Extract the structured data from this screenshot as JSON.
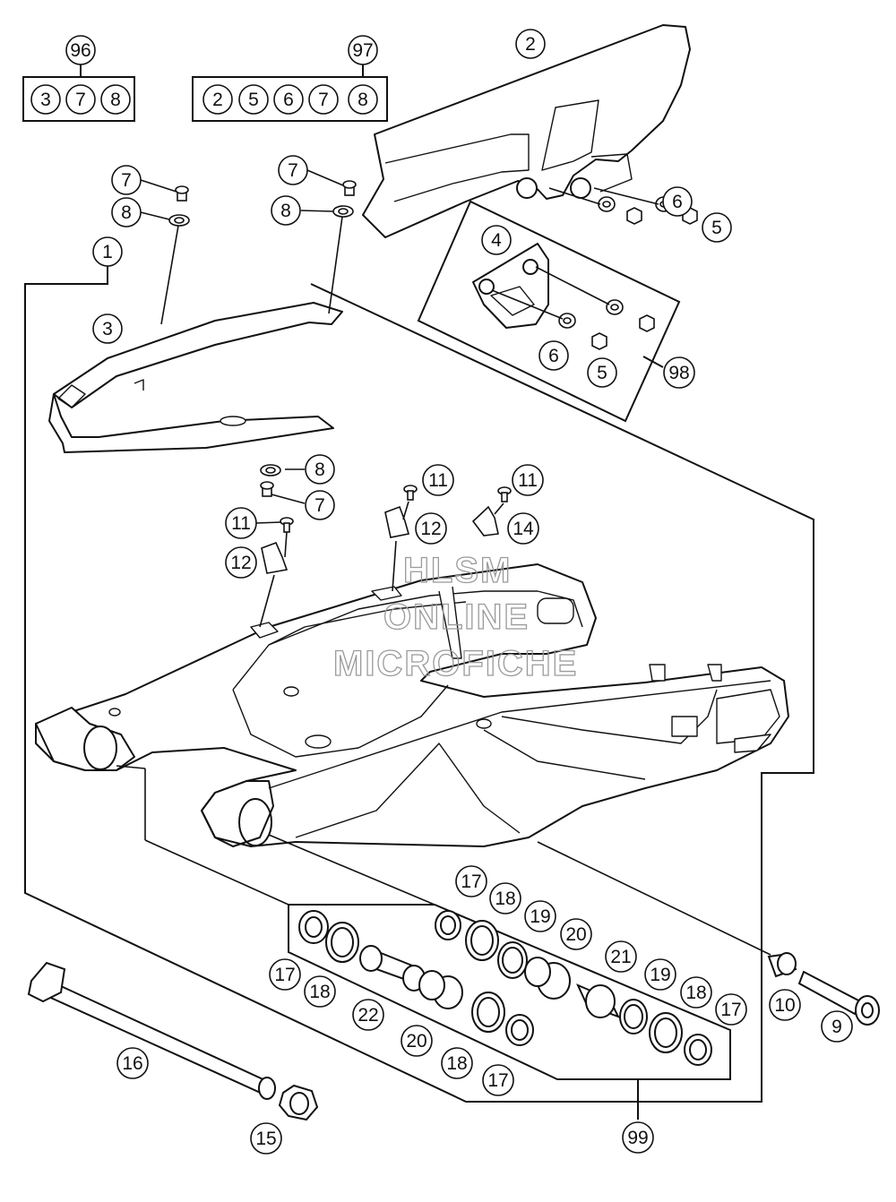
{
  "diagram": {
    "kit_boxes": [
      {
        "id": "96",
        "items": [
          "3",
          "7",
          "8"
        ]
      },
      {
        "id": "97",
        "items": [
          "2",
          "5",
          "6",
          "7",
          "8"
        ]
      }
    ],
    "callouts": {
      "c1": "1",
      "c2": "2",
      "c3": "3",
      "c4": "4",
      "c5a": "5",
      "c5b": "5",
      "c6a": "6",
      "c6b": "6",
      "c7a": "7",
      "c7b": "7",
      "c7c": "7",
      "c8a": "8",
      "c8b": "8",
      "c8c": "8",
      "c9": "9",
      "c10": "10",
      "c11a": "11",
      "c11b": "11",
      "c11c": "11",
      "c12a": "12",
      "c12b": "12",
      "c14": "14",
      "c15": "15",
      "c16": "16",
      "c17a": "17",
      "c17b": "17",
      "c17c": "17",
      "c17d": "17",
      "c18a": "18",
      "c18b": "18",
      "c18c": "18",
      "c18d": "18",
      "c19a": "19",
      "c19b": "19",
      "c20a": "20",
      "c20b": "20",
      "c21": "21",
      "c22": "22",
      "c98": "98",
      "c99": "99"
    },
    "watermark": [
      "HLSM",
      "ONLINE",
      "MICROFICHE"
    ]
  },
  "colors": {
    "line": "#111111",
    "fill": "#ffffff",
    "watermark": "#9a9a9a"
  }
}
